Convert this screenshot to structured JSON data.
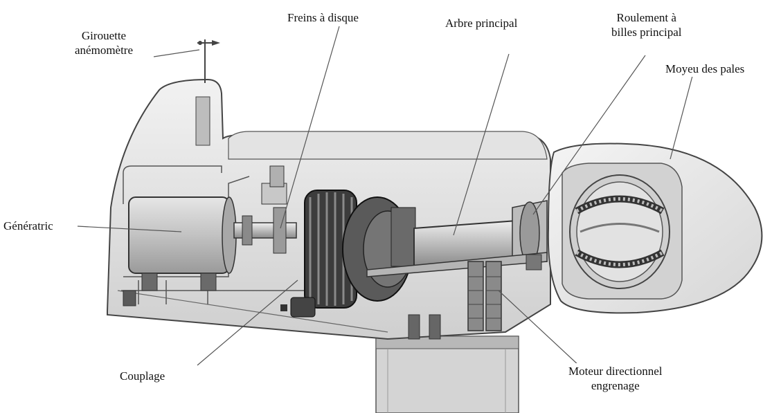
{
  "labels": {
    "girouette": "Girouette",
    "anemometre": "anémomètre",
    "freins": "Freins à disque",
    "arbre": "Arbre principal",
    "roulement_1": "Roulement à",
    "roulement_2": "billes principal",
    "moyeu": "Moyeu des pales",
    "generatric": "Génératric",
    "couplage": "Couplage",
    "moteur_1": "Moteur directionnel",
    "moteur_2": "engrenage"
  },
  "colors": {
    "background": "#ffffff",
    "body_fill": "#d9d9d9",
    "shell_fill": "#ebebeb",
    "dark_metal": "#4a4a4a",
    "leader_line": "#555555"
  }
}
